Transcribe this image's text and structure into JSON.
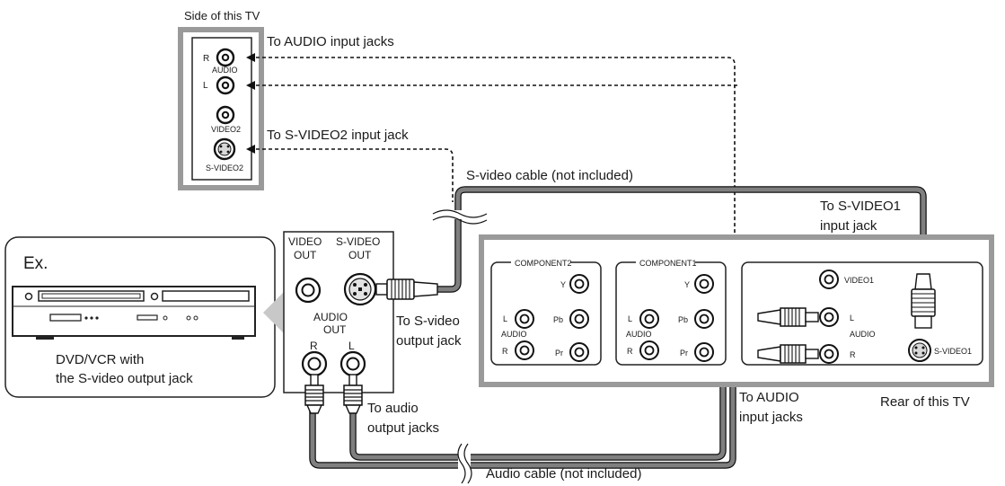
{
  "side_panel": {
    "title": "Side of this TV",
    "jack_r": "R",
    "jack_audio": "AUDIO",
    "jack_l": "L",
    "jack_video2": "VIDEO2",
    "jack_svideo2": "S-VIDEO2"
  },
  "labels": {
    "to_audio_input_jacks_top": "To AUDIO input jacks",
    "to_svideo2_input_jack": "To S-VIDEO2 input jack",
    "svideo_cable": "S-video cable (not included)",
    "to_svideo1_line1": "To S-VIDEO1",
    "to_svideo1_line2": "input jack",
    "to_svideo_output_line1": "To S-video",
    "to_svideo_output_line2": "output jack",
    "to_audio_output_line1": "To audio",
    "to_audio_output_line2": "output jacks",
    "to_audio_input_line1": "To AUDIO",
    "to_audio_input_line2": "input jacks",
    "rear_of_tv": "Rear of this TV",
    "audio_cable": "Audio cable (not included)"
  },
  "device": {
    "example": "Ex.",
    "caption_line1": "DVD/VCR with",
    "caption_line2": "the S-video output jack"
  },
  "device_panel": {
    "video_out_1": "VIDEO",
    "video_out_2": "OUT",
    "svideo_out_1": "S-VIDEO",
    "svideo_out_2": "OUT",
    "audio_out_1": "AUDIO",
    "audio_out_2": "OUT",
    "r": "R",
    "l": "L"
  },
  "rear_panel": {
    "component2": "COMPONENT2",
    "component1": "COMPONENT1",
    "y": "Y",
    "pb": "Pb",
    "pr": "Pr",
    "l": "L",
    "r": "R",
    "audio": "AUDIO",
    "video1": "VIDEO1",
    "svideo1": "S-VIDEO1"
  }
}
